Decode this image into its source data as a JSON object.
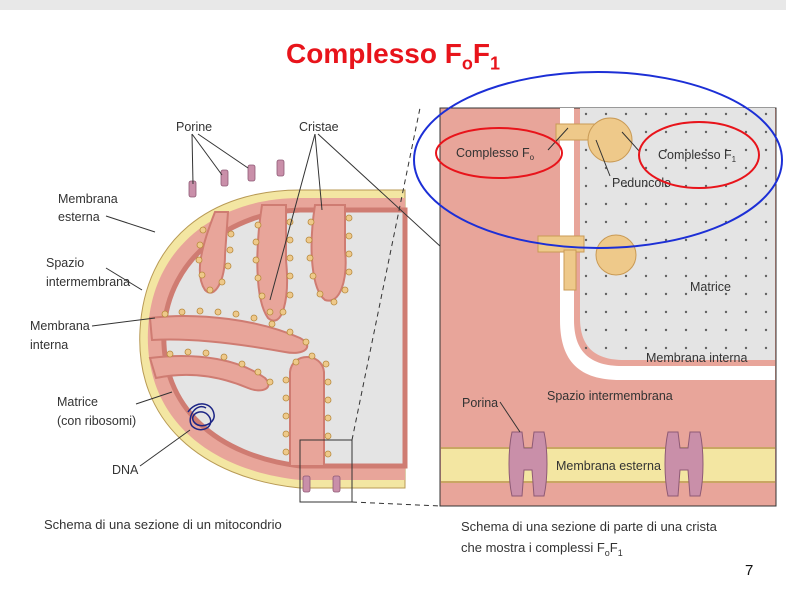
{
  "slide": {
    "title_main": "Complesso F",
    "title_sub1": "o",
    "title_mid": "F",
    "title_sub2": "1",
    "page_number": "7"
  },
  "left_diagram": {
    "labels": {
      "porine": "Porine",
      "cristae": "Cristae",
      "membrana_esterna_1": "Membrana",
      "membrana_esterna_2": "esterna",
      "spazio_1": "Spazio",
      "spazio_2": "intermembrana",
      "membrana_interna_1": "Membrana",
      "membrana_interna_2": "interna",
      "matrice_1": "Matrice",
      "matrice_2": "(con ribosomi)",
      "dna": "DNA"
    },
    "caption": "Schema di una sezione di un mitocondrio"
  },
  "right_diagram": {
    "labels": {
      "complesso_fo": "Complesso F",
      "complesso_fo_sub": "o",
      "complesso_f1": "Complesso F",
      "complesso_f1_sub": "1",
      "peduncolo": "Peduncolo",
      "matrice": "Matrice",
      "membrana_interna": "Membrana interna",
      "porina": "Porina",
      "spazio_intermembrana": "Spazio intermembrana",
      "membrana_esterna": "Membrana esterna"
    },
    "caption_line1": "Schema di una sezione di parte di una crista",
    "caption_line2": "che mostra i complessi F",
    "caption_sub1": "o",
    "caption_mid": "F",
    "caption_sub2": "1"
  },
  "colors": {
    "title": "#e8141b",
    "membrane_pink": "#e8a59a",
    "membrane_dark": "#d97a70",
    "matrix_grey": "#e4e4e4",
    "outer_yellow": "#f3e6a2",
    "atp_synthase": "#eec98a",
    "porin": "#c98fa9",
    "highlight_red": "#e8141b",
    "highlight_blue": "#1c2fd6"
  }
}
